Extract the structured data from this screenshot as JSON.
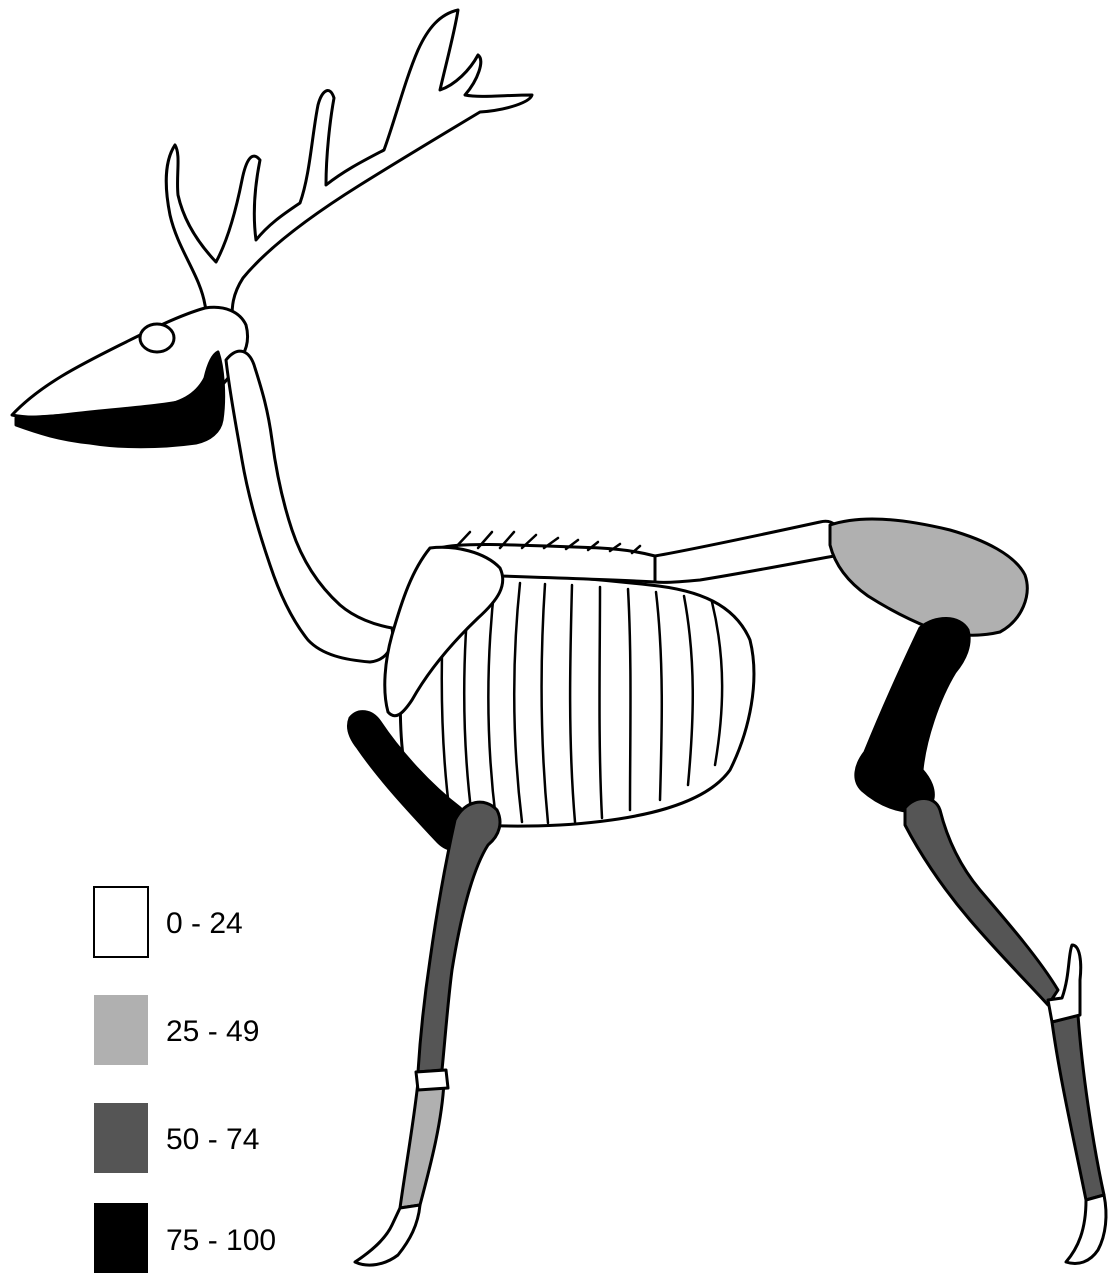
{
  "colors": {
    "outline": "#000000",
    "class_0_24": "#ffffff",
    "class_25_49": "#b0b0b0",
    "class_50_74": "#555555",
    "class_75_100": "#000000"
  },
  "legend": [
    {
      "label": "0 - 24",
      "color": "#ffffff"
    },
    {
      "label": "25 - 49",
      "color": "#b0b0b0"
    },
    {
      "label": "50 - 74",
      "color": "#555555"
    },
    {
      "label": "75 - 100",
      "color": "#000000"
    }
  ],
  "elements": [
    {
      "name": "antler",
      "class": "0 - 24"
    },
    {
      "name": "skull",
      "class": "0 - 24"
    },
    {
      "name": "mandible",
      "class": "75 - 100"
    },
    {
      "name": "cervical-vertebrae",
      "class": "0 - 24"
    },
    {
      "name": "thoracic-vertebrae",
      "class": "0 - 24"
    },
    {
      "name": "lumbar-vertebrae",
      "class": "0 - 24"
    },
    {
      "name": "ribs",
      "class": "0 - 24"
    },
    {
      "name": "scapula",
      "class": "0 - 24"
    },
    {
      "name": "pelvis",
      "class": "25 - 49"
    },
    {
      "name": "humerus",
      "class": "75 - 100"
    },
    {
      "name": "radius-ulna",
      "class": "50 - 74"
    },
    {
      "name": "metacarpal",
      "class": "25 - 49"
    },
    {
      "name": "femur",
      "class": "75 - 100"
    },
    {
      "name": "tibia",
      "class": "50 - 74"
    },
    {
      "name": "metatarsal",
      "class": "50 - 74"
    },
    {
      "name": "phalanges",
      "class": "0 - 24"
    }
  ]
}
